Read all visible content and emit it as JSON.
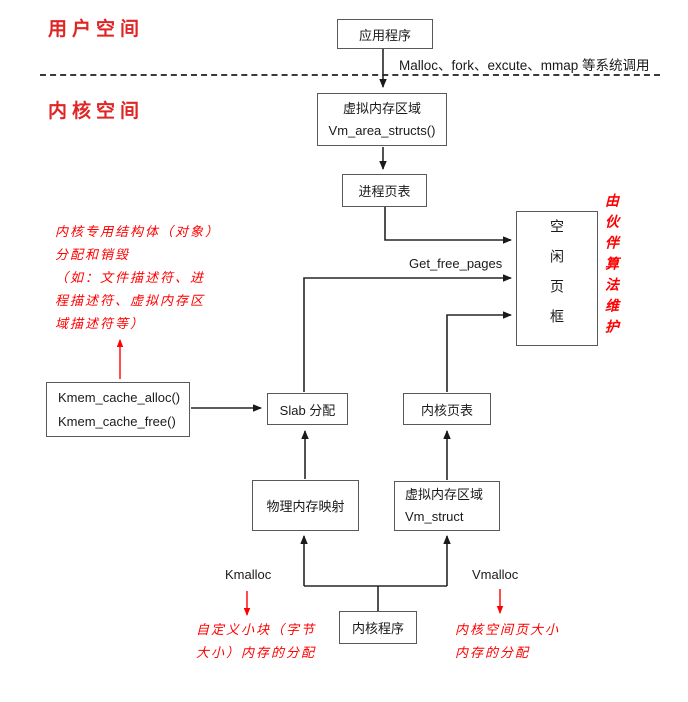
{
  "regions": {
    "user_space": "用户空间",
    "kernel_space": "内核空间"
  },
  "nodes": {
    "application": "应用程序",
    "vm_area": {
      "line1": "虚拟内存区域",
      "line2": "Vm_area_structs()"
    },
    "process_page_table": "进程页表",
    "free_page_frame": "空闲页框",
    "kmem_cache": {
      "line1": "Kmem_cache_alloc()",
      "line2": "Kmem_cache_free()"
    },
    "slab": "Slab 分配",
    "kernel_page_table": "内核页表",
    "physical_mem_map": "物理内存映射",
    "vm_struct": {
      "line1": "虚拟内存区域",
      "line2": "Vm_struct"
    },
    "kernel_program": "内核程序"
  },
  "edge_labels": {
    "syscalls": "Malloc、fork、excute、mmap 等系统调用",
    "get_free_pages": "Get_free_pages",
    "kmalloc": "Kmalloc",
    "vmalloc": "Vmalloc"
  },
  "annotations": {
    "kmem_note": [
      "内核专用结构体（对象）",
      "分配和销毁",
      "（如：文件描述符、进",
      "程描述符、虚拟内存区",
      "域描述符等）"
    ],
    "buddy_note": "由伙伴算法维护",
    "kmalloc_note": [
      "自定义小块（字节",
      "大小）内存的分配"
    ],
    "vmalloc_note": [
      "内核空间页大小",
      "内存的分配"
    ]
  },
  "colors": {
    "accent_red": "#ff0000",
    "heading_red": "#e02525",
    "box_border": "#595959",
    "line_color": "#262626"
  }
}
